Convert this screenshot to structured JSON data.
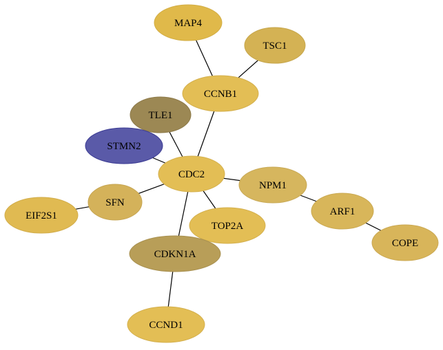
{
  "graph": {
    "nodes": [
      {
        "id": "MAP4",
        "label": "MAP4",
        "fill": "#e0b94a",
        "stroke": "#d2ad44"
      },
      {
        "id": "TSC1",
        "label": "TSC1",
        "fill": "#d4b254",
        "stroke": "#c6a64c"
      },
      {
        "id": "CCNB1",
        "label": "CCNB1",
        "fill": "#e3be55",
        "stroke": "#d4b04e"
      },
      {
        "id": "TLE1",
        "label": "TLE1",
        "fill": "#9c8854",
        "stroke": "#8d7a4a"
      },
      {
        "id": "STMN2",
        "label": "STMN2",
        "fill": "#5a5aa8",
        "stroke": "#3c3c94"
      },
      {
        "id": "CDC2",
        "label": "CDC2",
        "fill": "#e3be55",
        "stroke": "#d4b04e"
      },
      {
        "id": "SFN",
        "label": "SFN",
        "fill": "#d4b25a",
        "stroke": "#c6a552"
      },
      {
        "id": "EIF2S1",
        "label": "EIF2S1",
        "fill": "#e0ba52",
        "stroke": "#d2ad4b"
      },
      {
        "id": "NPM1",
        "label": "NPM1",
        "fill": "#d6b65e",
        "stroke": "#c8a956"
      },
      {
        "id": "ARF1",
        "label": "ARF1",
        "fill": "#d8b65a",
        "stroke": "#caa952"
      },
      {
        "id": "COPE",
        "label": "COPE",
        "fill": "#d8b55a",
        "stroke": "#caa852"
      },
      {
        "id": "TOP2A",
        "label": "TOP2A",
        "fill": "#e3be55",
        "stroke": "#d4b04e"
      },
      {
        "id": "CDKN1A",
        "label": "CDKN1A",
        "fill": "#b89e58",
        "stroke": "#a89050"
      },
      {
        "id": "CCND1",
        "label": "CCND1",
        "fill": "#e3be55",
        "stroke": "#d4b04e"
      }
    ],
    "edges": [
      {
        "source": "MAP4",
        "target": "CCNB1"
      },
      {
        "source": "TSC1",
        "target": "CCNB1"
      },
      {
        "source": "CCNB1",
        "target": "CDC2"
      },
      {
        "source": "TLE1",
        "target": "CDC2"
      },
      {
        "source": "STMN2",
        "target": "CDC2"
      },
      {
        "source": "SFN",
        "target": "CDC2"
      },
      {
        "source": "EIF2S1",
        "target": "SFN"
      },
      {
        "source": "CDC2",
        "target": "NPM1"
      },
      {
        "source": "NPM1",
        "target": "ARF1"
      },
      {
        "source": "ARF1",
        "target": "COPE"
      },
      {
        "source": "CDC2",
        "target": "TOP2A"
      },
      {
        "source": "CDC2",
        "target": "CDKN1A"
      },
      {
        "source": "CDKN1A",
        "target": "CCND1"
      }
    ]
  }
}
